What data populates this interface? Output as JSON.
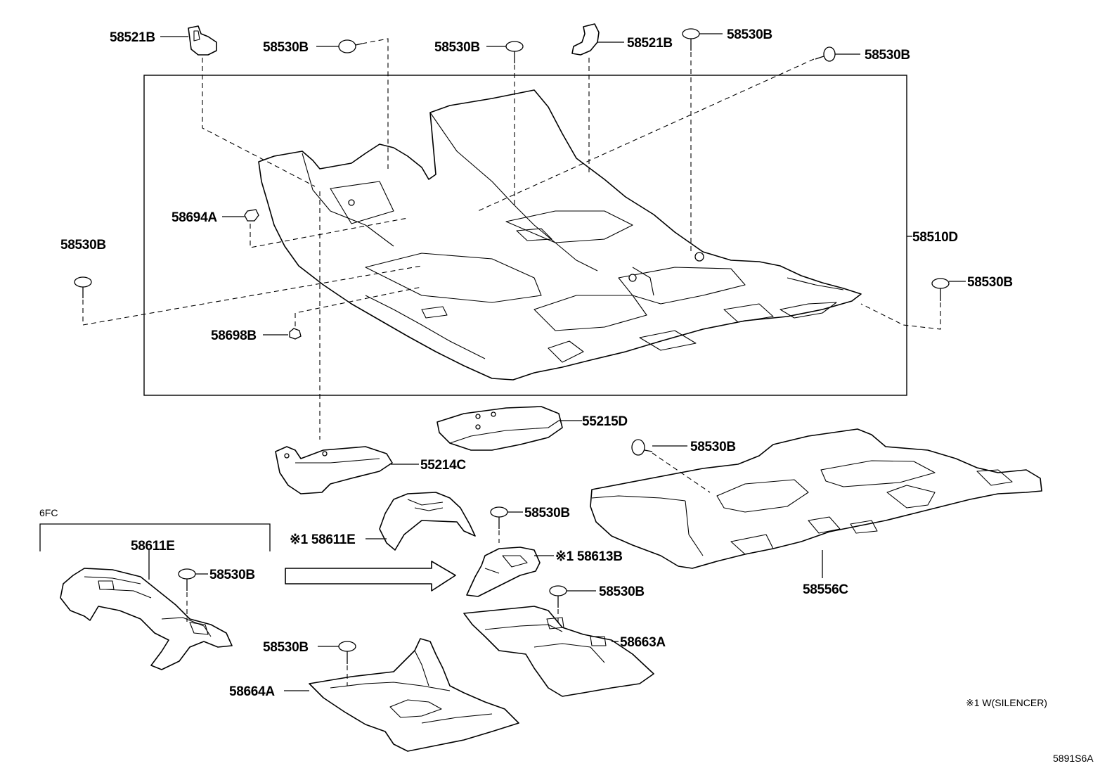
{
  "callouts": {
    "clip_58521b_left": "58521B",
    "clip_58521b_right": "58521B",
    "clip_58530b_top1": "58530B",
    "clip_58530b_top2": "58530B",
    "clip_58530b_top3": "58530B",
    "clip_58530b_top4": "58530B",
    "clip_58530b_left": "58530B",
    "clip_58530b_right": "58530B",
    "nut_58694a": "58694A",
    "clip_58698b": "58698B",
    "carpet_58510d": "58510D",
    "pad_55215d": "55215D",
    "pad_55214c": "55214C",
    "clip_58530b_rear": "58530B",
    "carpet_58556c": "58556C",
    "silencer_58611e_w": "※1 58611E",
    "clip_58530b_mid": "58530B",
    "silencer_58613b_w": "※1 58613B",
    "clip_58530b_lower": "58530B",
    "silencer_58663a": "58663A",
    "clip_58530b_bottom": "58530B",
    "silencer_58664a": "58664A",
    "silencer_58611e": "58611E",
    "clip_58530b_6fc": "58530B"
  },
  "group_label": "6FC",
  "note": "※1 W(SILENCER)",
  "diagram_code": "5891S6A"
}
